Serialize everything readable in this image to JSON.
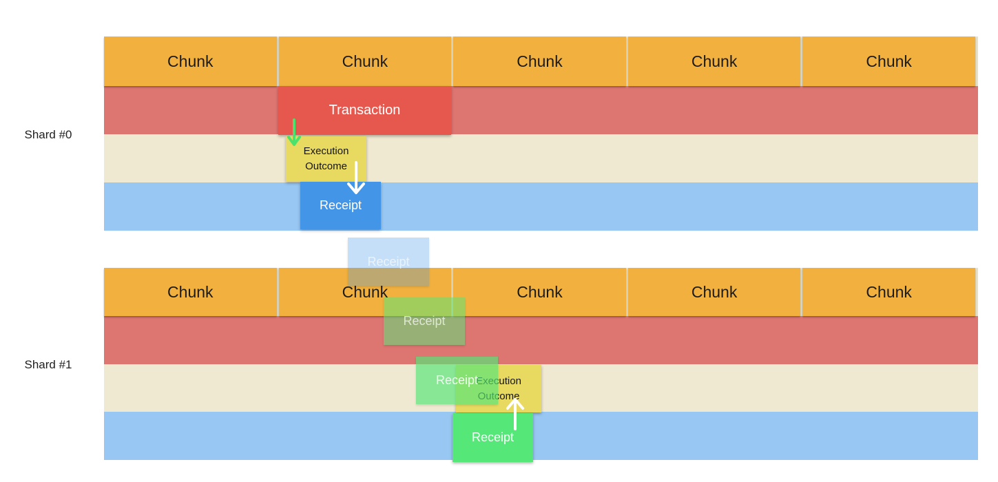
{
  "diagram": {
    "description": "Cross-shard receipt flow diagram with two shards",
    "background": "#FFFFFF"
  },
  "colors": {
    "chunk_orange": "#F2B13E",
    "chunk_row_underlay": "#E8E0C4",
    "band_red": "#DD7571",
    "band_cream": "#F0E9D1",
    "band_blue": "#97C7F2",
    "transaction_red": "#E6584E",
    "receipt_blue": "#4295E7",
    "outcome_yellow": "#E8D960",
    "receipt_green": "#55E878",
    "arrow_green": "#4AE26A",
    "arrow_white": "#FFFFFF"
  },
  "shards": [
    {
      "label": "Shard #0",
      "chunks": [
        "Chunk",
        "Chunk",
        "Chunk",
        "Chunk",
        "Chunk"
      ]
    },
    {
      "label": "Shard #1",
      "chunks": [
        "Chunk",
        "Chunk",
        "Chunk",
        "Chunk",
        "Chunk"
      ]
    }
  ],
  "boxes": {
    "transaction": "Transaction",
    "execution_outcome_shard0": "Execution Outcome",
    "receipt_shard0": "Receipt",
    "receipt_ghost1": "Receipt",
    "receipt_ghost2": "Receipt",
    "receipt_ghost3": "Receipt",
    "execution_outcome_shard1": "Execution Outcome",
    "receipt_shard1": "Receipt"
  },
  "arrows": [
    {
      "name": "green-down-arrow",
      "direction": "down",
      "color": "#4AE26A"
    },
    {
      "name": "white-down-arrow",
      "direction": "down",
      "color": "#FFFFFF"
    },
    {
      "name": "white-up-arrow",
      "direction": "up",
      "color": "#FFFFFF"
    }
  ]
}
